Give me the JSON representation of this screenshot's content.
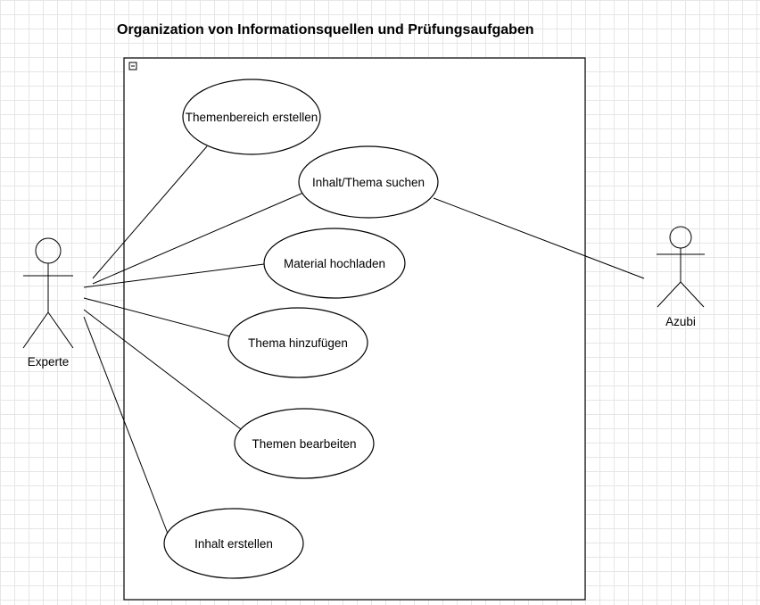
{
  "diagram": {
    "title": "Organization von Informationsquellen und Prüfungsaufgaben",
    "actors": [
      {
        "id": "experte",
        "label": "Experte"
      },
      {
        "id": "azubi",
        "label": "Azubi"
      }
    ],
    "use_cases": [
      {
        "id": "themenbereich-erstellen",
        "label": "Themenbereich erstellen"
      },
      {
        "id": "inhalt-thema-suchen",
        "label": "Inhalt/Thema suchen"
      },
      {
        "id": "material-hochladen",
        "label": "Material hochladen"
      },
      {
        "id": "thema-hinzufuegen",
        "label": "Thema hinzufügen"
      },
      {
        "id": "themen-bearbeiten",
        "label": "Themen bearbeiten"
      },
      {
        "id": "inhalt-erstellen",
        "label": "Inhalt erstellen"
      }
    ],
    "associations": [
      {
        "actor": "experte",
        "use_case": "themenbereich-erstellen"
      },
      {
        "actor": "experte",
        "use_case": "inhalt-thema-suchen"
      },
      {
        "actor": "experte",
        "use_case": "material-hochladen"
      },
      {
        "actor": "experte",
        "use_case": "thema-hinzufuegen"
      },
      {
        "actor": "experte",
        "use_case": "themen-bearbeiten"
      },
      {
        "actor": "experte",
        "use_case": "inhalt-erstellen"
      },
      {
        "actor": "azubi",
        "use_case": "inhalt-thema-suchen"
      }
    ]
  }
}
